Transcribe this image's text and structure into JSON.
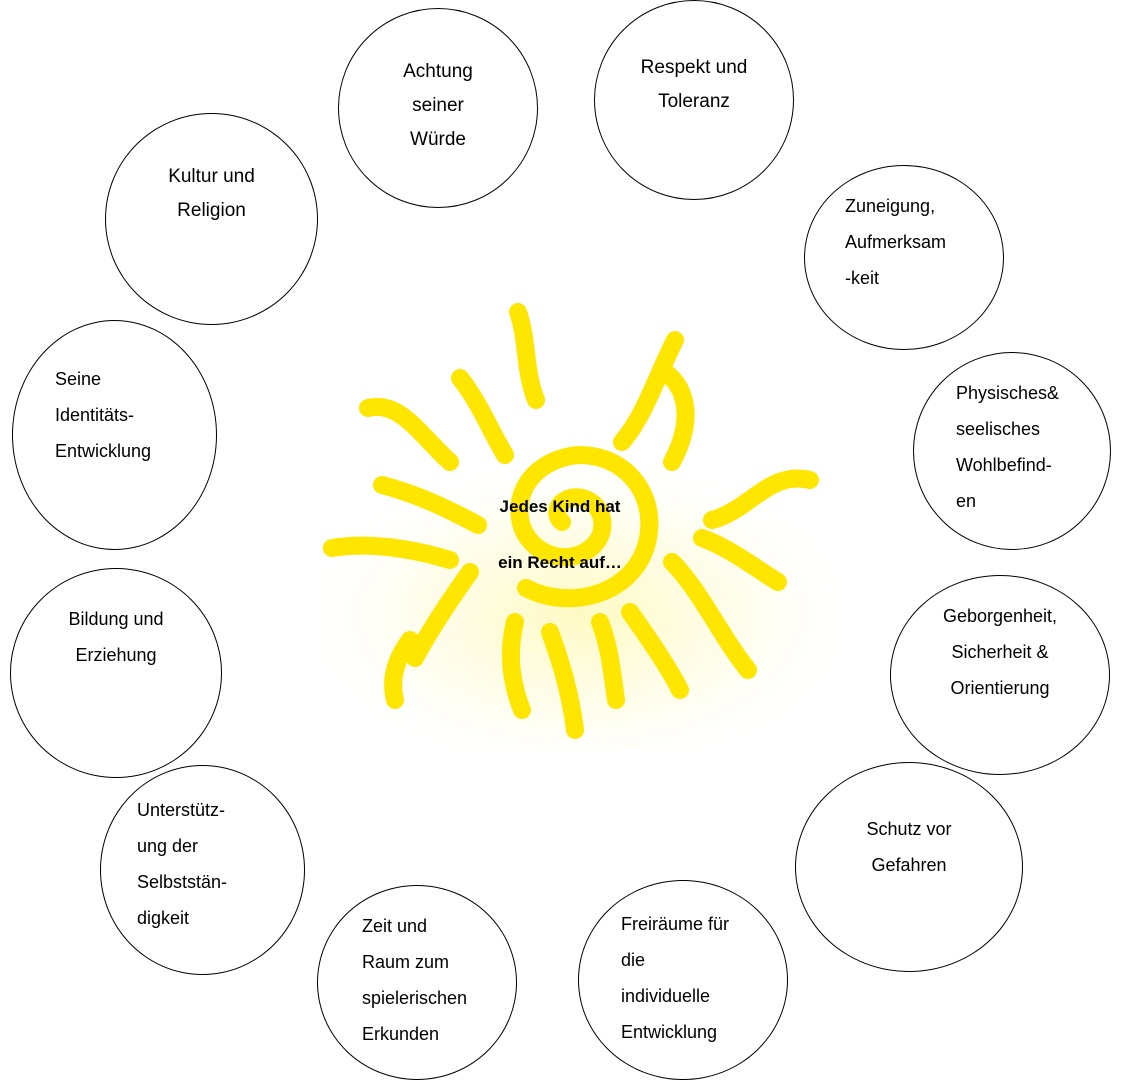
{
  "center": {
    "line1": "Jedes Kind hat",
    "line2": "ein Recht auf…"
  },
  "colors": {
    "sun": "#ffe600",
    "sun_glow": "#fff7a0",
    "outline": "#000000"
  },
  "bubbles": [
    {
      "id": "achtung",
      "text": "Achtung\nseiner\nWürde"
    },
    {
      "id": "respekt",
      "text": "Respekt und\nToleranz"
    },
    {
      "id": "zuneigung",
      "text": "Zuneigung,\nAufmerksam\n-keit"
    },
    {
      "id": "physisches",
      "text": "Physisches&\nseelisches\nWohlbefind-\nen"
    },
    {
      "id": "geborgenheit",
      "text": "Geborgenheit,\nSicherheit &\nOrientierung"
    },
    {
      "id": "schutz",
      "text": "Schutz vor\nGefahren"
    },
    {
      "id": "freiraeume",
      "text": "Freiräume für\ndie\nindividuelle\nEntwicklung"
    },
    {
      "id": "zeit",
      "text": "Zeit und\nRaum zum\nspielerischen\nErkunden"
    },
    {
      "id": "unterstuetzung",
      "text": "Unterstütz-\nung der\nSelbststän-\ndigkeit"
    },
    {
      "id": "bildung",
      "text": "Bildung und\nErziehung"
    },
    {
      "id": "identitaet",
      "text": "Seine\nIdentitäts-\nEntwicklung"
    },
    {
      "id": "kultur",
      "text": "Kultur und\nReligion"
    }
  ]
}
